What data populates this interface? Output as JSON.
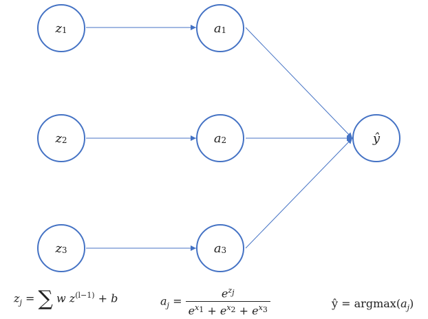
{
  "layer_inputs": {
    "nodes": [
      {
        "var": "z",
        "sub": "1"
      },
      {
        "var": "z",
        "sub": "2"
      },
      {
        "var": "z",
        "sub": "3"
      }
    ]
  },
  "layer_activations": {
    "nodes": [
      {
        "var": "a",
        "sub": "1"
      },
      {
        "var": "a",
        "sub": "2"
      },
      {
        "var": "a",
        "sub": "3"
      }
    ]
  },
  "output_node": {
    "var": "ŷ"
  },
  "formulas": {
    "z_formula": {
      "lhs": "z",
      "lhs_sub": "j",
      "eq": "=",
      "sigma": "∑",
      "w": "w",
      "z": "z",
      "sup": "(l−1)",
      "plus": "+",
      "b": "b"
    },
    "a_formula": {
      "lhs": "a",
      "lhs_sub": "j",
      "eq": "=",
      "num_base": "e",
      "num_sup_var": "z",
      "num_sup_sub": "j",
      "den_terms": [
        {
          "base": "e",
          "sup_var": "x",
          "sup_sub": "1"
        },
        {
          "base": "e",
          "sup_var": "x",
          "sup_sub": "2"
        },
        {
          "base": "e",
          "sup_var": "x",
          "sup_sub": "3"
        }
      ],
      "plus": "+"
    },
    "y_formula": {
      "lhs": "ŷ",
      "eq": "=",
      "func": "argmax",
      "open": "(",
      "arg": "a",
      "arg_sub": "j",
      "close": ")"
    }
  },
  "colors": {
    "node_border": "#4472c4",
    "edge": "#4472c4"
  }
}
